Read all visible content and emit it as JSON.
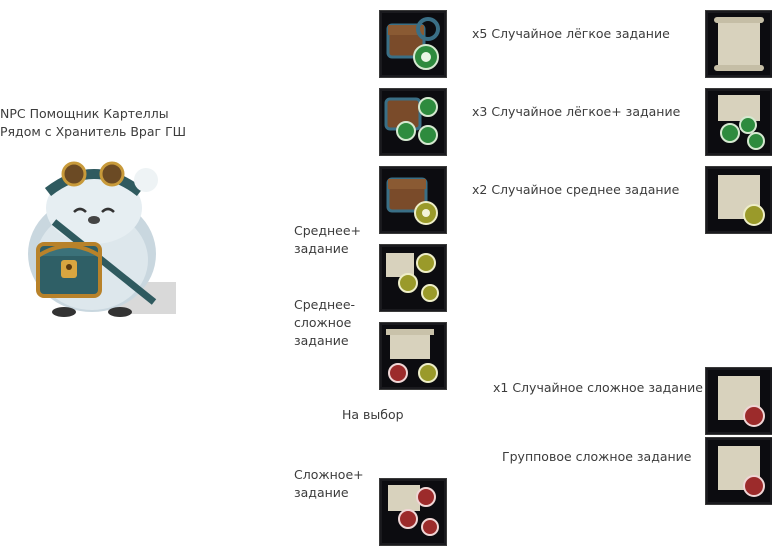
{
  "npc": {
    "line1": "NPC Помощник Картеллы",
    "line2": "Рядом с Хранитель Враг ГШ",
    "icon": "furry-creature-with-chest"
  },
  "left_labels": {
    "medium_plus": [
      "Среднее+",
      "задание"
    ],
    "medium_hard": [
      "Среднее-",
      "сложное",
      "задание"
    ],
    "choice": "На выбор",
    "hard_plus": [
      "Сложное+",
      "задание"
    ]
  },
  "rewards": [
    {
      "label": "x5 Случайное лёгкое задание"
    },
    {
      "label": "x3 Случайное лёгкое+ задание"
    },
    {
      "label": "x2 Случайное среднее задание"
    },
    {
      "label": "x1 Случайное сложное задание"
    },
    {
      "label": "Групповое сложное задание"
    }
  ],
  "colors": {
    "green_seal": "#2e8b3e",
    "yellow_seal": "#9a9a2a",
    "red_seal": "#9c2b2b",
    "scroll": "#d8d2bd",
    "tile_bg": "#0c0c10"
  }
}
